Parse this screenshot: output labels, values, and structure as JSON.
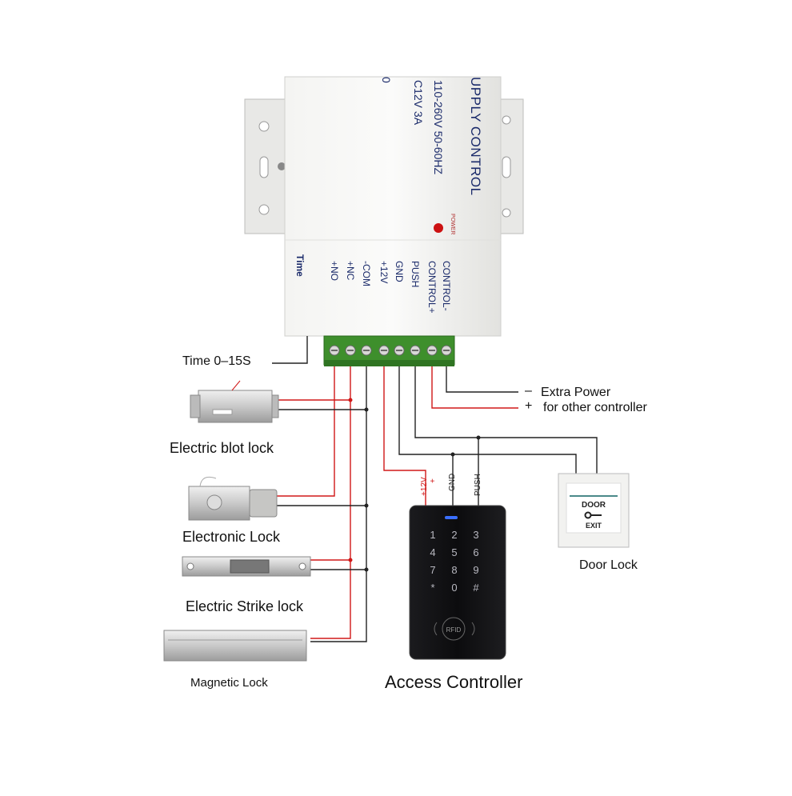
{
  "power_supply": {
    "title_partial": "UPPLY CONTROL",
    "voltage_in": "110-260V 50-60HZ",
    "voltage_out": "C12V 3A",
    "edge_char": "0",
    "power_label": "POWER",
    "time_label": "Time",
    "terminals": [
      "+NO",
      "+NC",
      "-COM",
      "+12V",
      "GND",
      "PUSH",
      "CONTROL+",
      "CONTROL-"
    ]
  },
  "labels": {
    "time_range": "Time  0–15S",
    "extra_power_minus": "–",
    "extra_power": "Extra Power",
    "extra_power_plus": "+",
    "other_controller": "for other controller",
    "bolt_lock": "Electric blot lock",
    "electronic_lock": "Electronic Lock",
    "strike_lock": "Electric Strike lock",
    "magnetic_lock": "Magnetic Lock",
    "access_controller": "Access Controller",
    "door_lock": "Door Lock"
  },
  "wire_labels": {
    "plus12v": "+12V",
    "plus12v_sign": "+",
    "gnd": "GND",
    "push": "PUSH"
  },
  "keypad": {
    "keys": [
      "1",
      "2",
      "3",
      "4",
      "5",
      "6",
      "7",
      "8",
      "9",
      "*",
      "0",
      "#"
    ],
    "rfid": "RFID"
  },
  "exit_button": {
    "line1": "DOOR",
    "line2": "EXIT"
  },
  "colors": {
    "red_wire": "#d01818",
    "black_wire": "#222222",
    "terminal_green": "#3e8f2c",
    "box": "#ececea",
    "label_blue": "#1a2a6a"
  }
}
